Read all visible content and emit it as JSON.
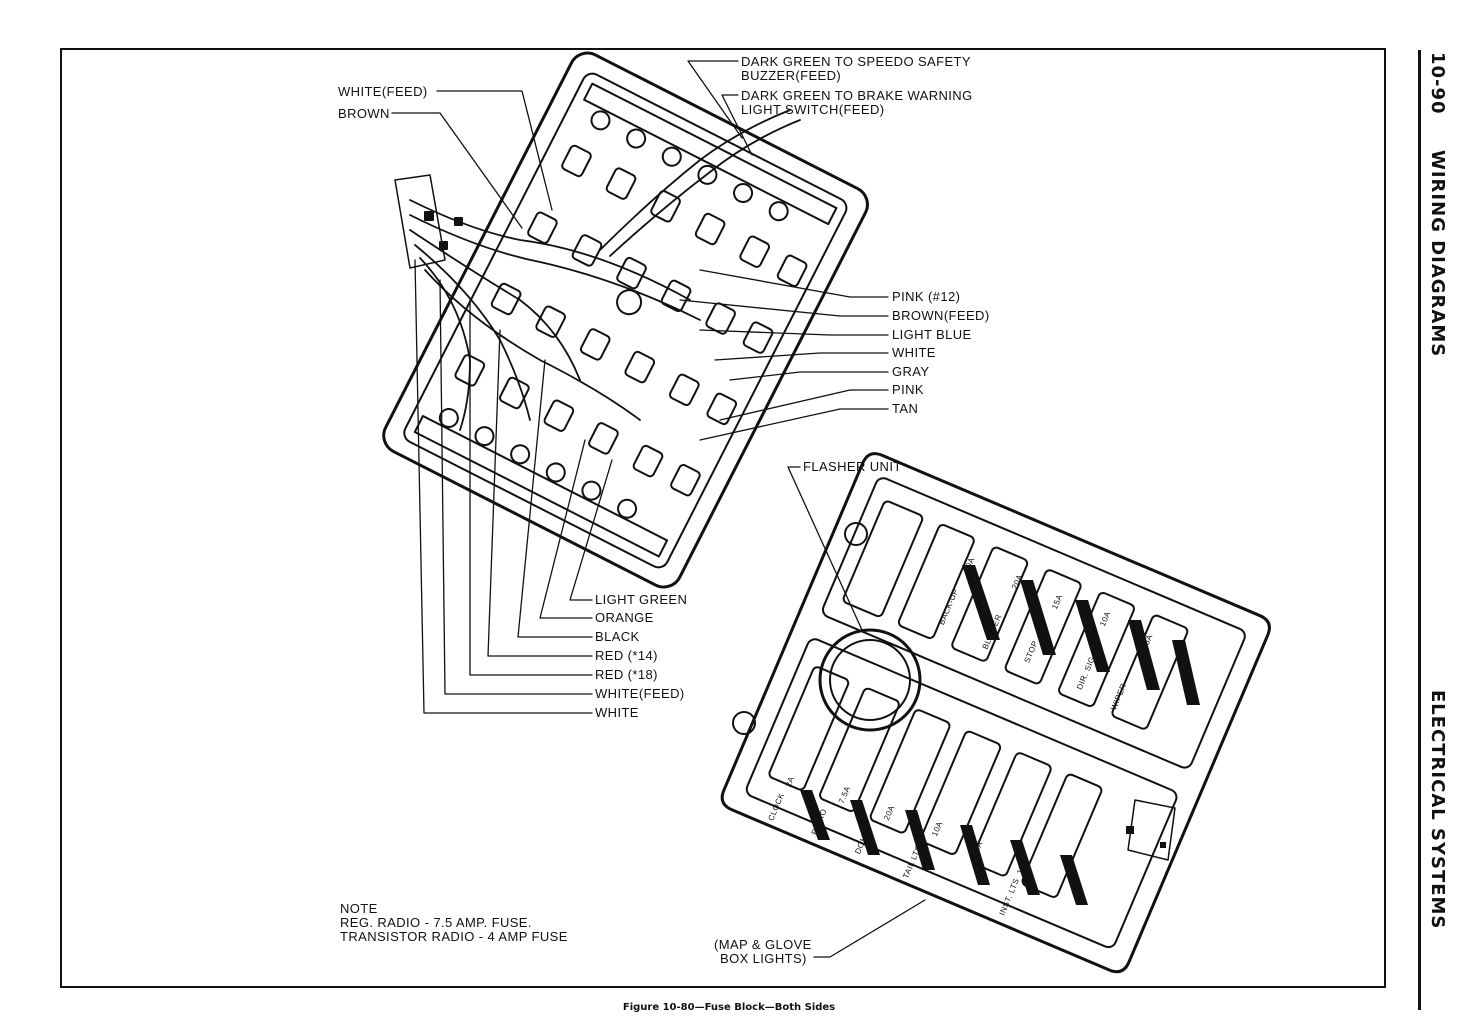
{
  "page": {
    "section": "10-90",
    "section_title": "WIRING DIAGRAMS",
    "chapter": "ELECTRICAL SYSTEMS"
  },
  "caption": "Figure 10-80—Fuse Block—Both Sides",
  "labels": {
    "dark_green_speedo_1": "DARK GREEN TO SPEEDO SAFETY",
    "dark_green_speedo_2": "BUZZER(FEED)",
    "dark_green_brake_1": "DARK GREEN TO BRAKE WARNING",
    "dark_green_brake_2": "LIGHT SWITCH(FEED)",
    "white_feed_top": "WHITE(FEED)",
    "brown_top": "BROWN",
    "pink_12": "PINK (#12)",
    "brown_feed": "BROWN(FEED)",
    "light_blue": "LIGHT BLUE",
    "white_right": "WHITE",
    "gray": "GRAY",
    "pink": "PINK",
    "tan": "TAN",
    "flasher_unit": "FLASHER UNIT",
    "light_green": "LIGHT GREEN",
    "orange": "ORANGE",
    "black": "BLACK",
    "red_14": "RED (*14)",
    "red_18": "RED (*18)",
    "white_feed_bottom": "WHITE(FEED)",
    "white_bottom": "WHITE",
    "note_title": "NOTE",
    "note_line1": "REG. RADIO - 7.5 AMP. FUSE.",
    "note_line2": "TRANSISTOR RADIO - 4 AMP FUSE",
    "map_glove_1": "(MAP & GLOVE",
    "map_glove_2": "BOX LIGHTS)"
  },
  "fuse_labels": {
    "upper": [
      "BACK-UP",
      "10A",
      "BLOWER",
      "20A",
      "STOP",
      "15A",
      "DIR. SIG.",
      "10A",
      "WIPER",
      "25A"
    ],
    "lower": [
      "CLOCK",
      "2A",
      "RADIO",
      "7.5A",
      "DOME",
      "20A",
      "TAIL LTS",
      "10A",
      "15A",
      "INST. LTS",
      "15A"
    ]
  }
}
